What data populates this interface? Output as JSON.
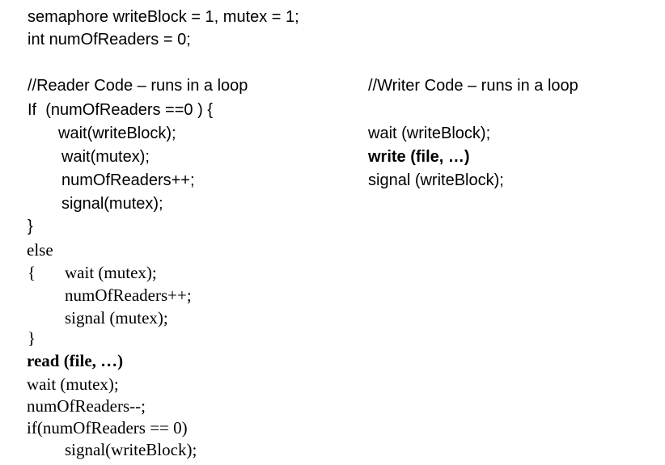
{
  "declarations": {
    "semaphores": "semaphore writeBlock = 1, mutex = 1;",
    "readers_count": "int numOfReaders = 0;"
  },
  "reader": {
    "comment": "//Reader Code – runs in a loop",
    "if_line": "If  (numOfReaders ==0 ) {",
    "if_body": [
      "wait(writeBlock);",
      "wait(mutex);",
      "numOfReaders++;",
      "signal(mutex);"
    ],
    "if_close": "}",
    "else_keyword": "else",
    "else_open": "{",
    "else_body": [
      "wait (mutex);",
      "numOfReaders++;",
      "signal (mutex);"
    ],
    "else_close": "}",
    "read_line": "read (file, …)",
    "after_read": [
      "wait (mutex);",
      "numOfReaders--;",
      "if(numOfReaders == 0)"
    ],
    "final_signal": "signal(writeBlock);"
  },
  "writer": {
    "comment": "//Writer Code – runs in a loop",
    "lines": [
      "wait (writeBlock);",
      "write (file, …)",
      "signal (writeBlock);"
    ]
  }
}
